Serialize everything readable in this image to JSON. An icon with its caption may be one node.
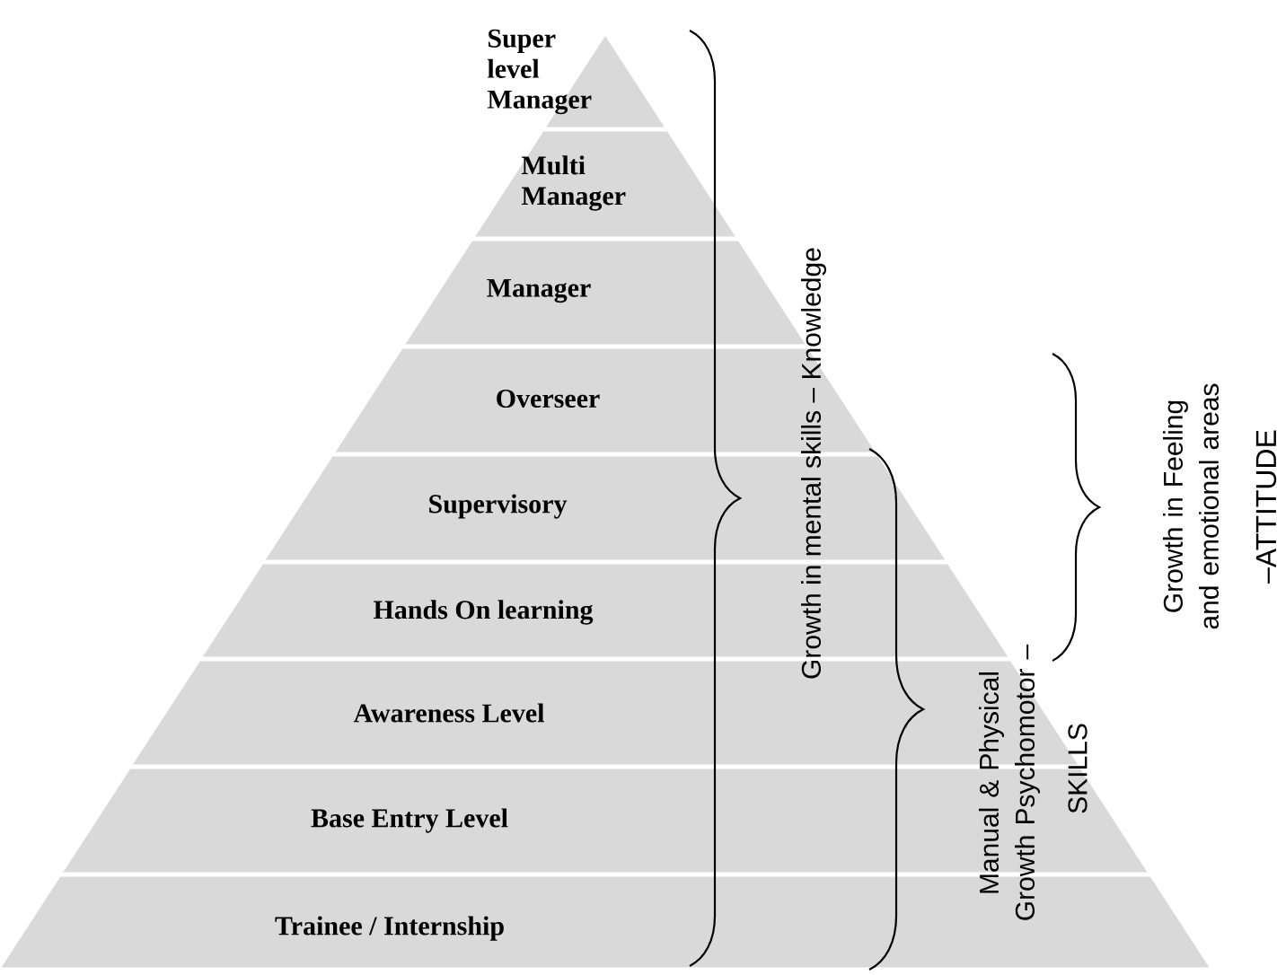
{
  "diagram": {
    "nodes": [
      {
        "text": [
          "Super level Manager"
        ]
      },
      {
        "text": [
          "Multi Manager"
        ]
      },
      {
        "text": [
          "Manager"
        ]
      },
      {
        "text": [
          "Overseer"
        ]
      },
      {
        "text": [
          "Supervisory"
        ]
      },
      {
        "text": [
          "Hands On learning"
        ]
      },
      {
        "text": [
          "Awareness Level"
        ]
      },
      {
        "text": [
          "Base Entry Level"
        ]
      },
      {
        "text": [
          "Trainee / Internship"
        ]
      }
    ],
    "labels": [
      "Growth in mental skills – Knowledge",
      "Manual & Physical Growth Psychomotor –",
      "SKILLS",
      "Growth in Feeling and emotional areas",
      "–ATTITUDE"
    ]
  }
}
